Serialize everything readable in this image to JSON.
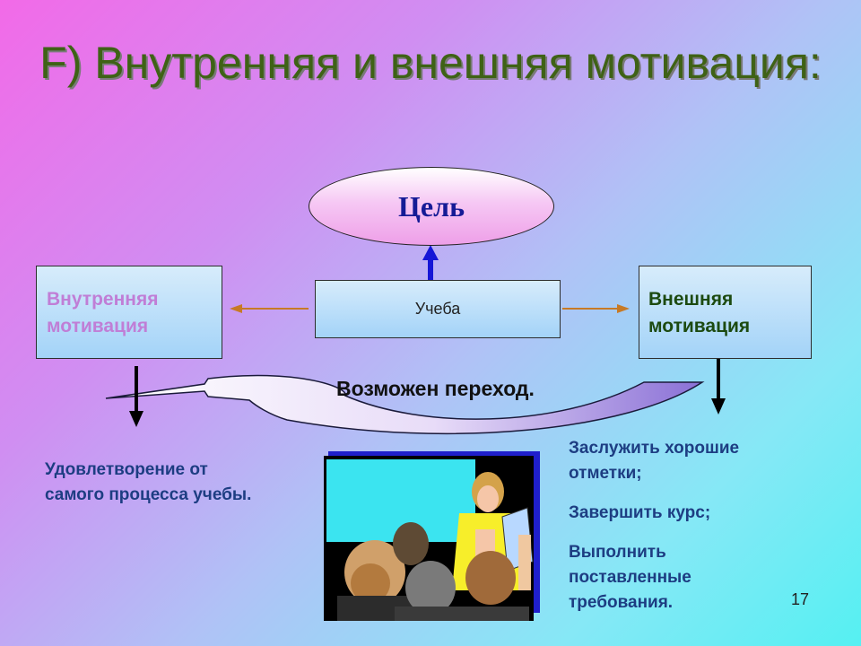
{
  "title": "F) Внутренняя и внешняя мотивация:",
  "goal_label": "Цель",
  "inner_motivation": "Внутренняя мотивация",
  "study_label": "Учеба",
  "outer_motivation": "Внешняя мотивация",
  "transition_label": "Возможен переход.",
  "inner_result": "Удовлетворение от самого процесса учебы.",
  "outer_results": [
    "Заслужить хорошие отметки;",
    "Завершить курс;",
    "Выполнить поставленные требования."
  ],
  "illustration_icon": "classroom-teacher-clipart",
  "page_number": "17"
}
